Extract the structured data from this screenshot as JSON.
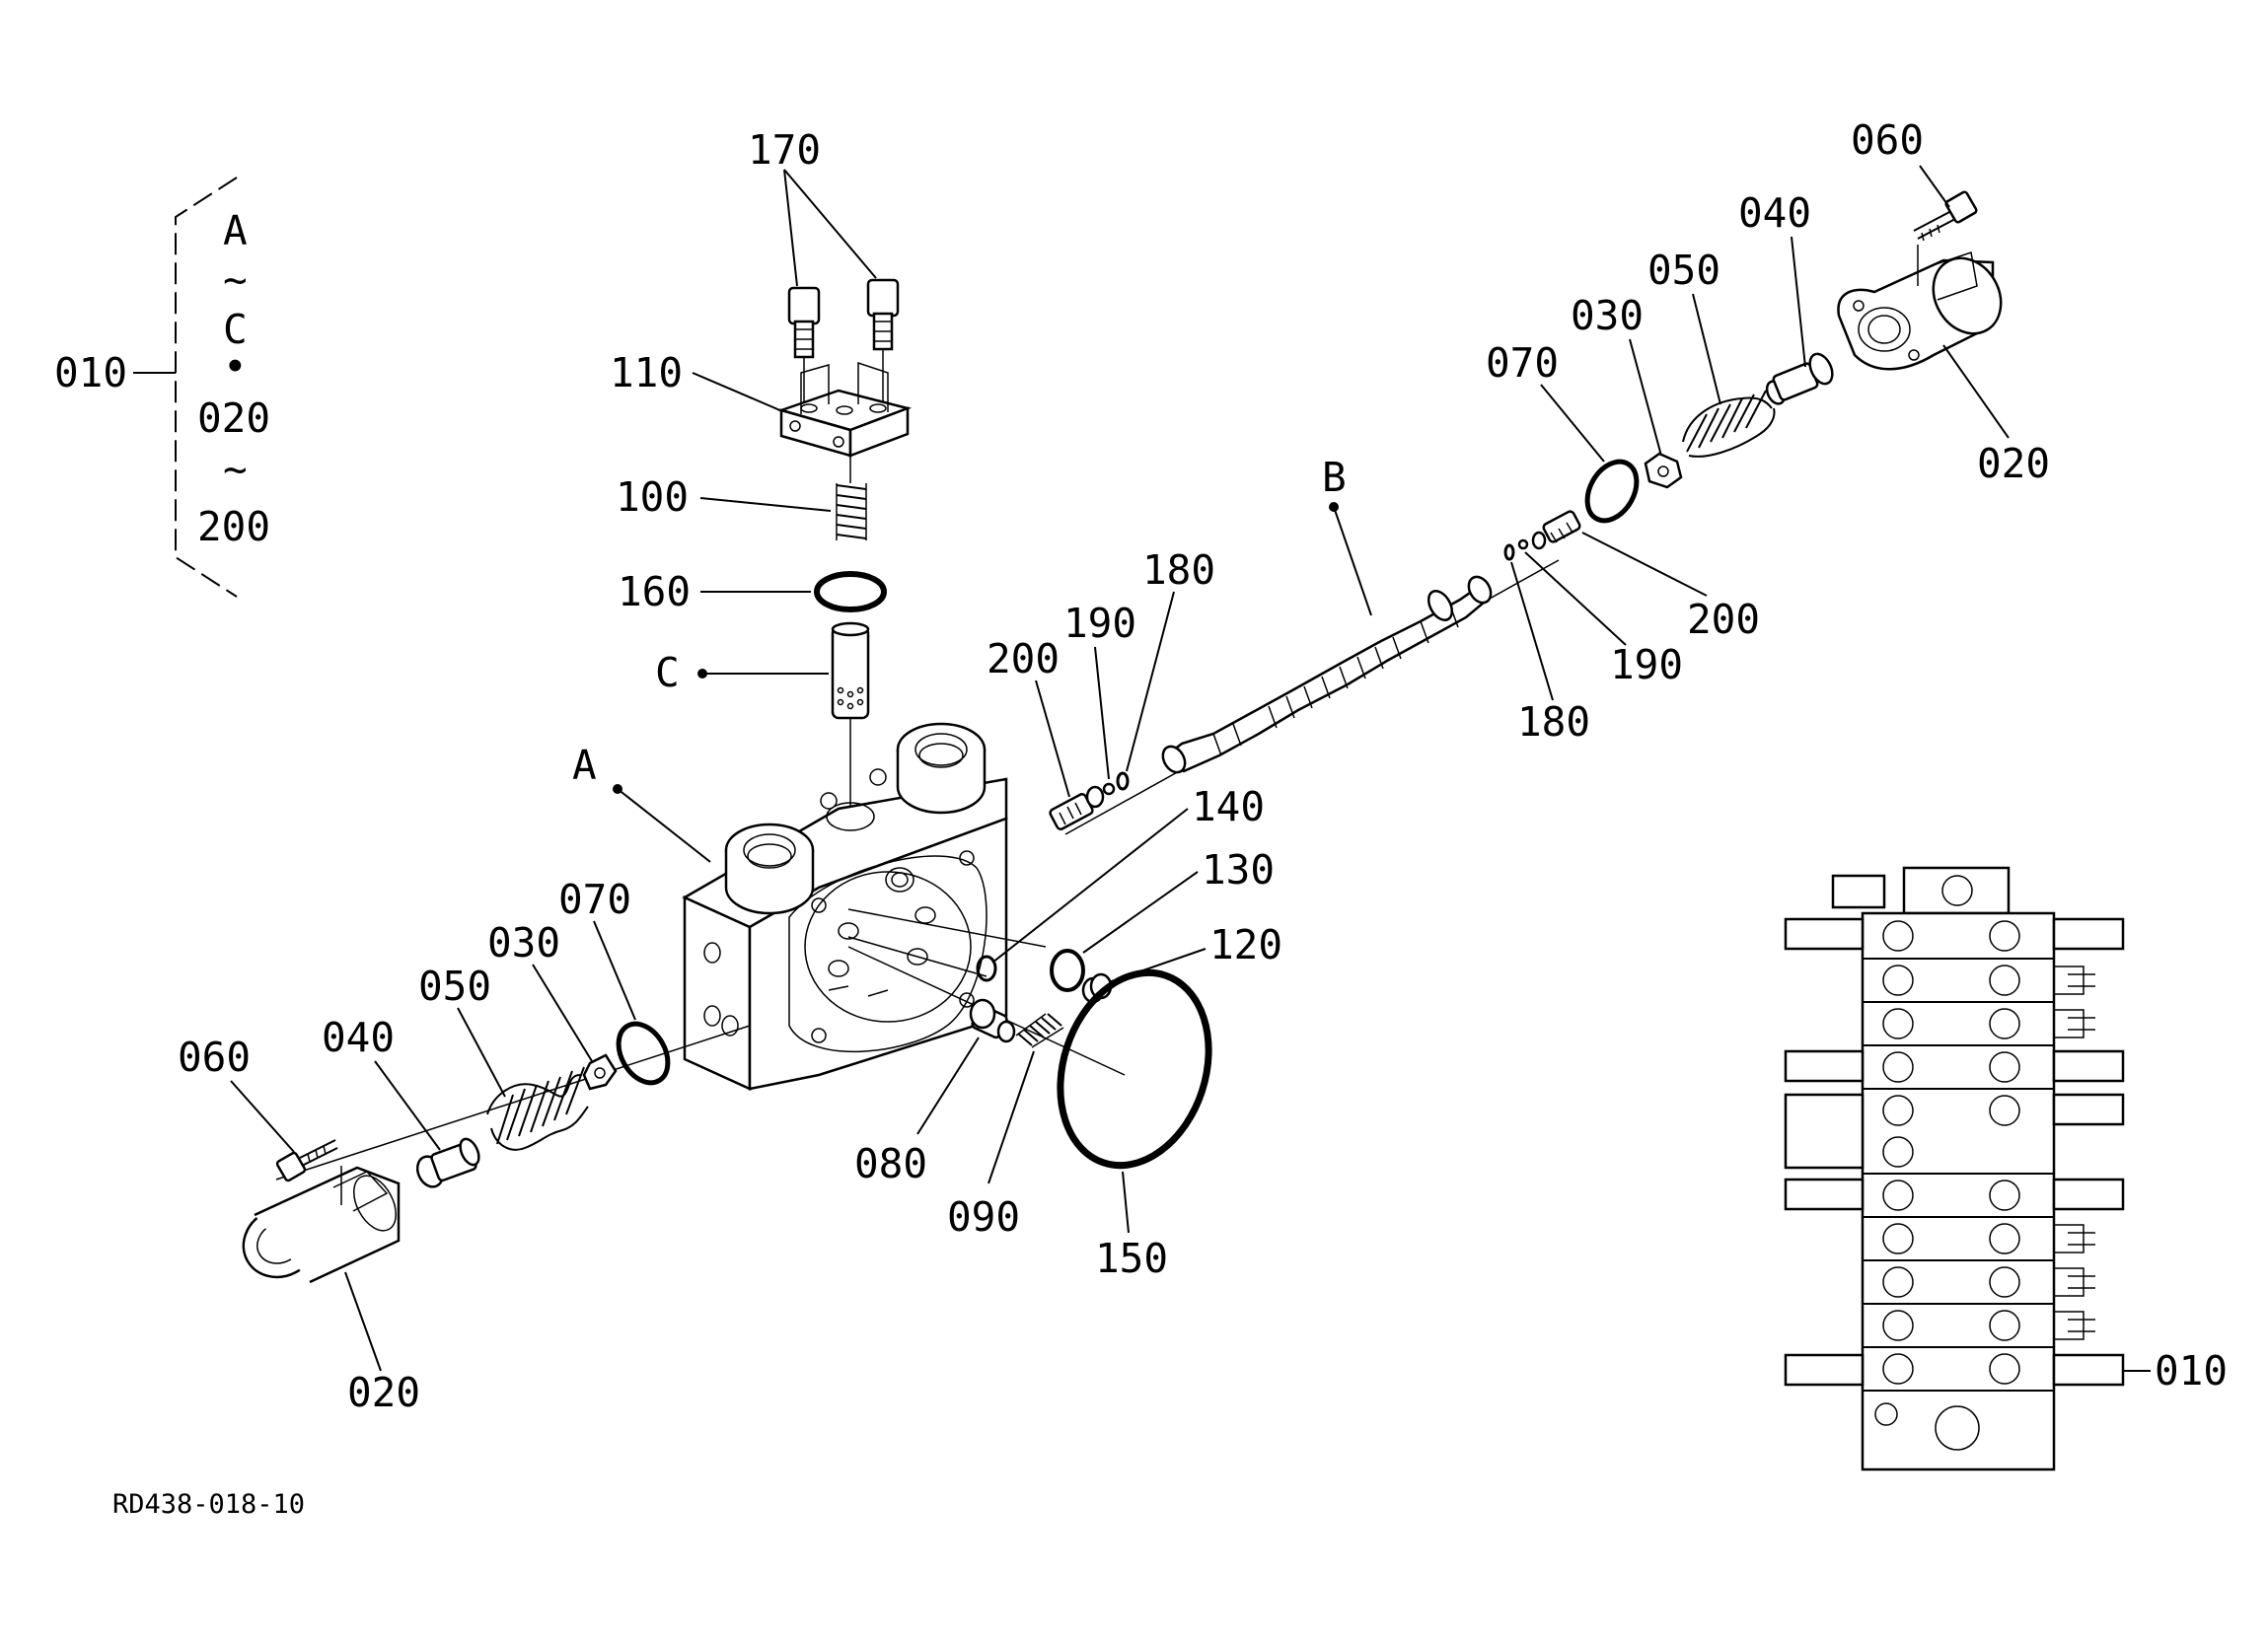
{
  "drawing_code": "RD438-018-10",
  "assembly_key": {
    "parent": "010",
    "items": [
      "A",
      "~",
      "C",
      "•",
      "020",
      "~",
      "200"
    ]
  },
  "sub_assemblies": {
    "A": "A",
    "B": "B",
    "C": "C"
  },
  "callouts": {
    "p170": "170",
    "p110": "110",
    "p100": "100",
    "p160": "160",
    "p140": "140",
    "p130": "130",
    "p120": "120",
    "p150": "150",
    "p080": "080",
    "p090": "090",
    "l_070": "070",
    "l_030": "030",
    "l_050": "050",
    "l_040": "040",
    "l_060": "060",
    "l_020": "020",
    "m_200": "200",
    "m_190": "190",
    "m_180": "180",
    "r_060": "060",
    "r_040": "040",
    "r_050": "050",
    "r_030": "030",
    "r_070": "070",
    "r_020": "020",
    "r_200": "200",
    "r_190": "190",
    "r_180": "180",
    "valve_bank": "010"
  }
}
